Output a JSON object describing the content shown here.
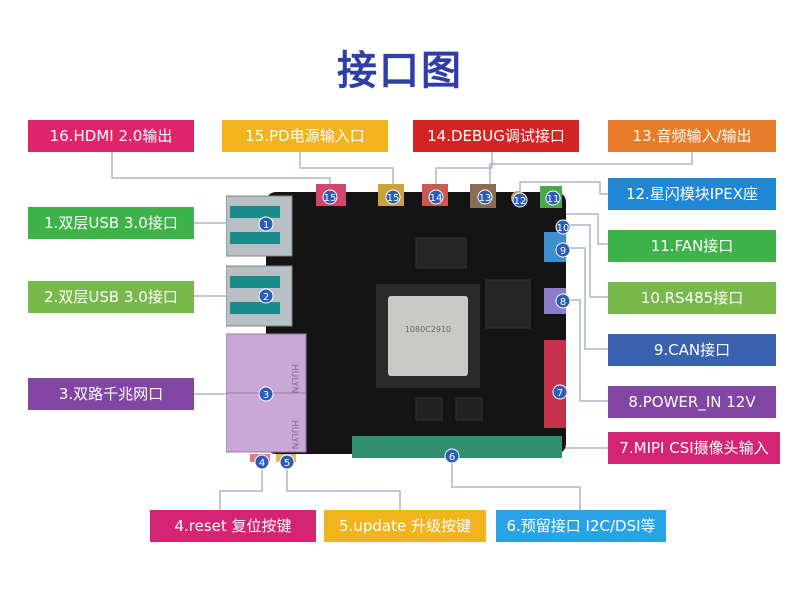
{
  "title": "接口图",
  "colors": {
    "pink": "#e0246a",
    "yellow": "#f2b41e",
    "red": "#d42323",
    "orange": "#e77d28",
    "blue": "#1e88d6",
    "green": "#3eb349",
    "lightgreen": "#79b84a",
    "navy": "#3861ae",
    "purple": "#8145a4",
    "magenta": "#d42473",
    "sky": "#2aa3e6"
  },
  "labels": {
    "l16": "16.HDMI 2.0输出",
    "l15": "15.PD电源输入口",
    "l14": "14.DEBUG调试接口",
    "l13": "13.音频输入/输出",
    "l12": "12.星闪模块IPEX座",
    "l11": "11.FAN接口",
    "l10": "10.RS485接口",
    "l9": "9.CAN接口",
    "l8": "8.POWER_IN 12V",
    "l7": "7.MIPI CSI摄像头输入",
    "l6": "6.预留接口 I2C/DSI等",
    "l5": "5.update 升级按键",
    "l4": "4.reset 复位按键",
    "l3": "3.双路千兆网口",
    "l2": "2.双层USB 3.0接口",
    "l1": "1.双层USB 3.0接口"
  },
  "markers": [
    "15",
    "15",
    "14",
    "13",
    "12",
    "11",
    "10",
    "9",
    "8",
    "7",
    "6",
    "5",
    "4",
    "3",
    "2",
    "1"
  ],
  "board_text": {
    "chip": "1080C2910",
    "eth1": "HULYN",
    "eth2": "HULYN"
  }
}
